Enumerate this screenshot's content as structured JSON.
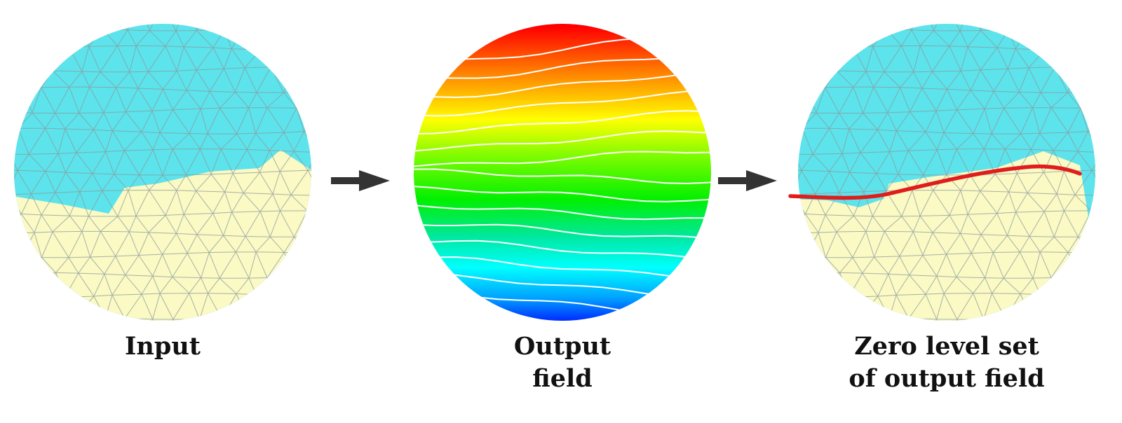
{
  "panels": {
    "input": {
      "label_lines": [
        "Input"
      ]
    },
    "output": {
      "label_lines": [
        "Output",
        "field"
      ]
    },
    "zero": {
      "label_lines": [
        "Zero level set",
        "of output field"
      ]
    }
  },
  "colors": {
    "region_top": "#5de3ec",
    "region_bottom": "#fbf9c4",
    "mesh_lines": "#8a9a9a",
    "contour_lines": "#ffffff",
    "zero_level_line": "#e01c1c",
    "arrow": "#333333",
    "colormap": [
      "#ff0000",
      "#ff8c00",
      "#ffff00",
      "#7cfc00",
      "#00f000",
      "#00e8a0",
      "#00ffff",
      "#00a0ff",
      "#0000ff"
    ]
  },
  "icons": {
    "arrow_1": "right-arrow-icon",
    "arrow_2": "right-arrow-icon"
  }
}
